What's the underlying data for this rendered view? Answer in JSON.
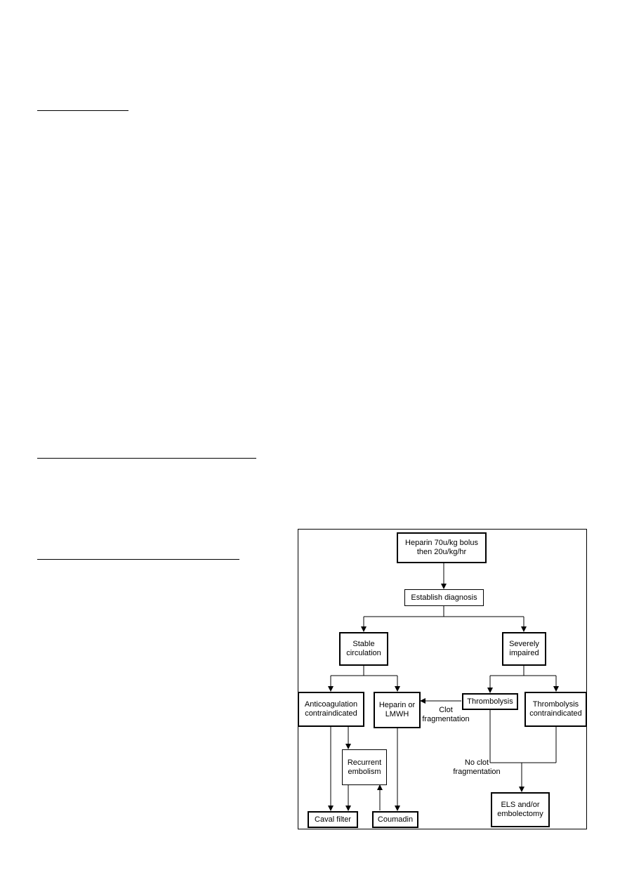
{
  "flowchart": {
    "nodes": {
      "heparin_bolus": "Heparin 70u/kg bolus\nthen 20u/kg/hr",
      "establish_diagnosis": "Establish diagnosis",
      "stable_circulation": "Stable\ncirculation",
      "severely_impaired": "Severely\nimpaired",
      "anticoag_contraindicated": "Anticoagulation\ncontraindicated",
      "heparin_lmwh": "Heparin or\nLMWH",
      "thrombolysis": "Thrombolysis",
      "thrombolysis_contraindicated": "Thrombolysis\ncontraindicated",
      "recurrent_embolism": "Recurrent\nembolism",
      "caval_filter": "Caval filter",
      "coumadin": "Coumadin",
      "els_embolectomy": "ELS and/or\nembolectomy"
    },
    "edge_labels": {
      "clot_fragmentation": "Clot\nfragmentation",
      "no_clot_fragmentation": "No clot\nfragmentation"
    }
  }
}
